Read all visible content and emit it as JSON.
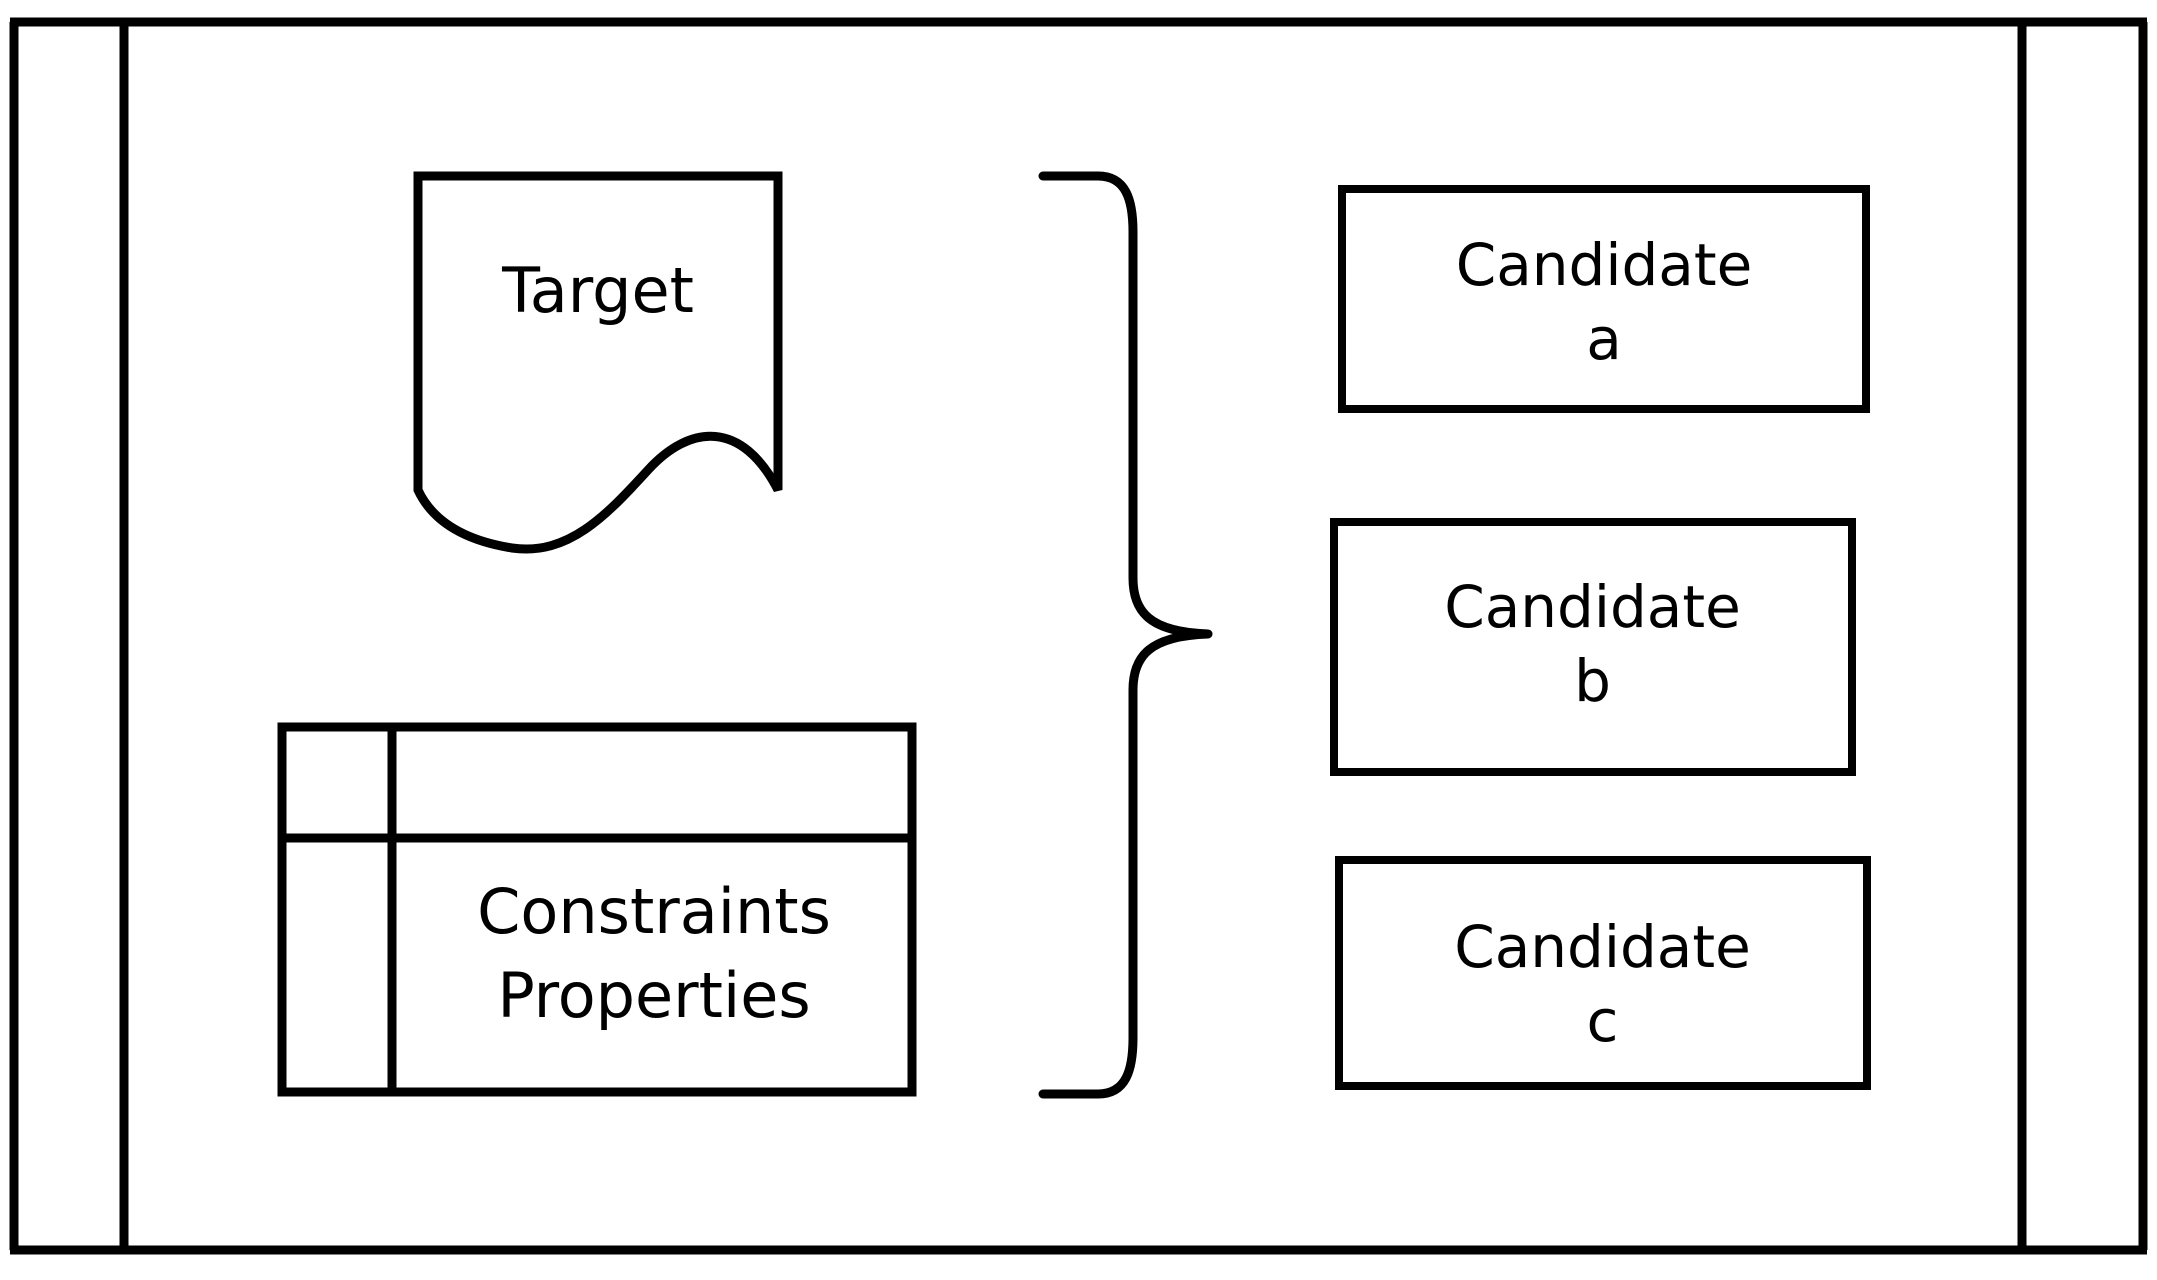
{
  "figure": {
    "title": "Target and candidate matching diagram",
    "background_color": "#ffffff",
    "stroke_color": "#000000"
  },
  "frame": {
    "name": "outer-frame",
    "inner_rule_left": true,
    "inner_rule_right": true
  },
  "target": {
    "label": "Target",
    "shape": "document-with-wavy-bottom"
  },
  "constraints_table": {
    "rows": [
      {
        "cells": [
          "",
          ""
        ]
      },
      {
        "cells": [
          "",
          "Constraints\nProperties"
        ]
      }
    ],
    "body_label": "Constraints\nProperties"
  },
  "brace": {
    "orientation": "right",
    "name": "curly-brace"
  },
  "candidates": [
    {
      "label": "Candidate\na",
      "name": "candidate-a"
    },
    {
      "label": "Candidate\nb",
      "name": "candidate-b"
    },
    {
      "label": "Candidate\nc",
      "name": "candidate-c"
    }
  ]
}
